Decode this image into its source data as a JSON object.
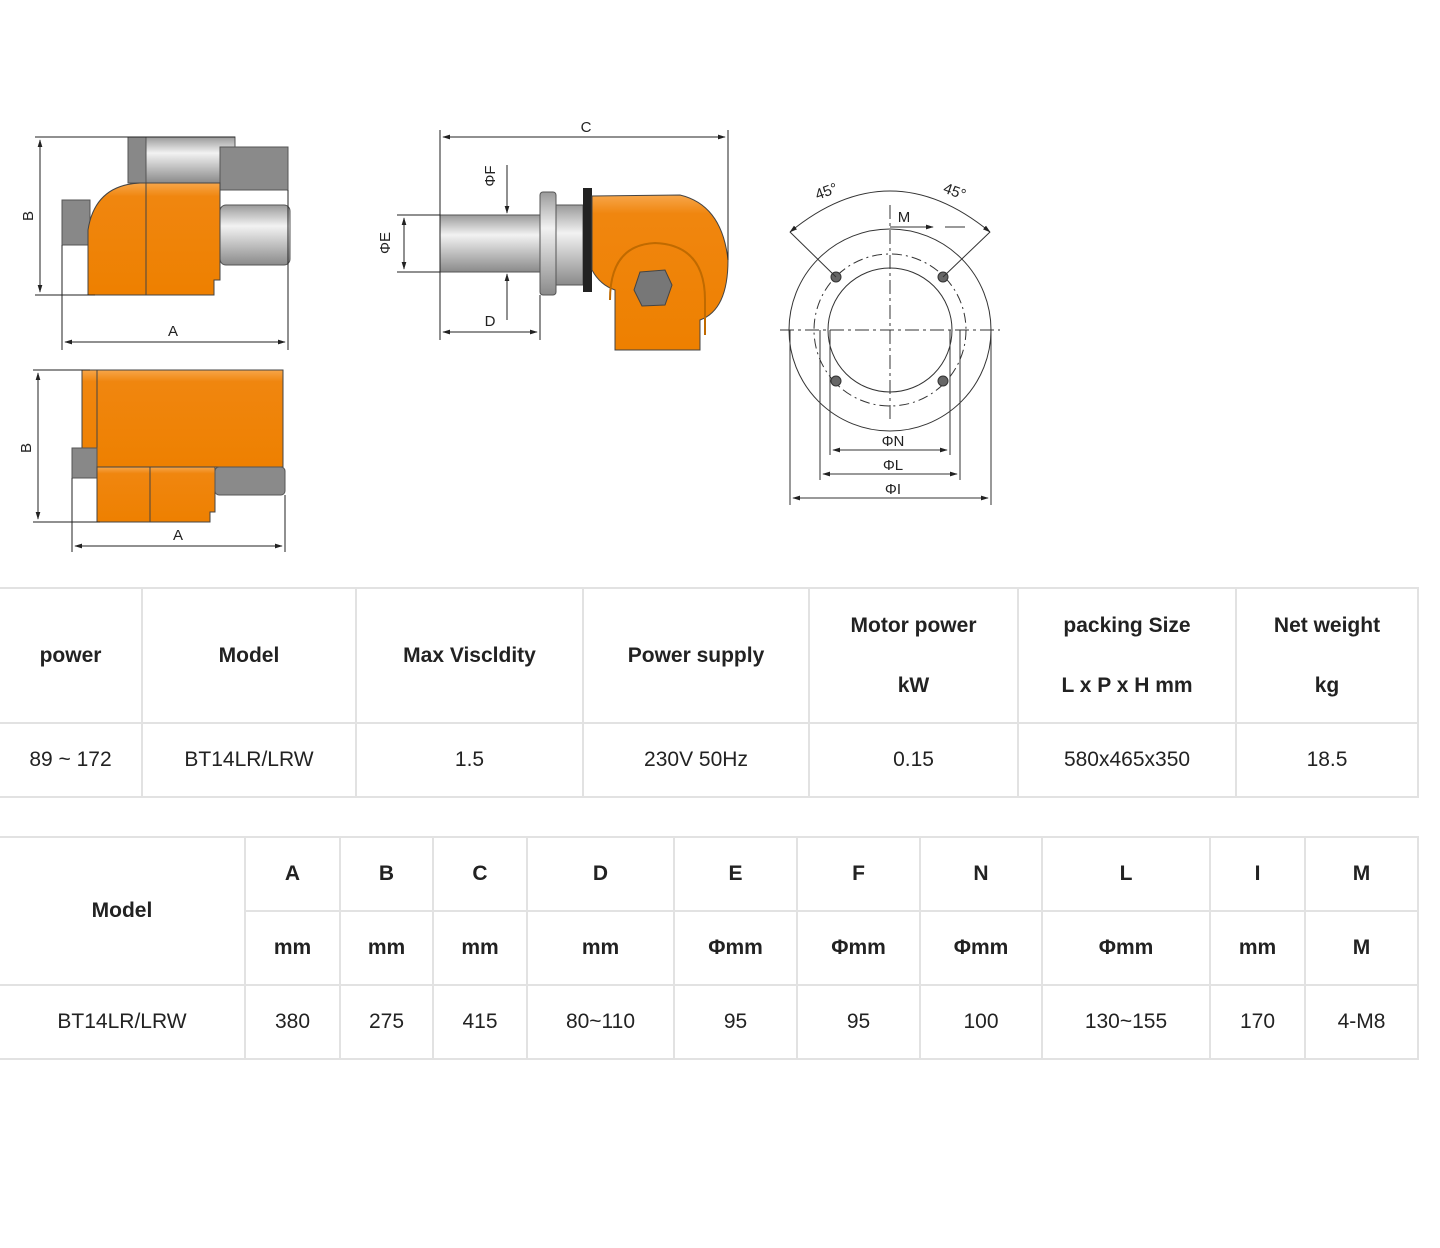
{
  "drawings": {
    "side_view": {
      "label_b": "B",
      "label_a": "A"
    },
    "bottom_view": {
      "label_b": "B",
      "label_a": "A"
    },
    "front_view": {
      "label_c": "C",
      "label_d": "D",
      "label_e": "ΦE",
      "label_f": "ΦF"
    },
    "flange_view": {
      "angle_left": "45°",
      "angle_right": "45°",
      "label_m": "M",
      "label_n": "ΦN",
      "label_l": "ΦL",
      "label_i": "ΦI"
    }
  },
  "spec_table": {
    "headers": [
      {
        "line1": "power"
      },
      {
        "line1": "Model"
      },
      {
        "line1": "Max Viscldity"
      },
      {
        "line1": "Power supply"
      },
      {
        "line1": "Motor power",
        "line2": "kW"
      },
      {
        "line1": "packing Size",
        "line2": "L x P x H mm"
      },
      {
        "line1": "Net weight",
        "line2": "kg"
      }
    ],
    "row": [
      "89 ~ 172",
      "BT14LR/LRW",
      "1.5",
      "230V 50Hz",
      "0.15",
      "580x465x350",
      "18.5"
    ]
  },
  "dimension_table": {
    "model_header": "Model",
    "letters": [
      "A",
      "B",
      "C",
      "D",
      "E",
      "F",
      "N",
      "L",
      "I",
      "M"
    ],
    "units": [
      "mm",
      "mm",
      "mm",
      "mm",
      "Φmm",
      "Φmm",
      "Φmm",
      "Φmm",
      "mm",
      "M"
    ],
    "row": [
      "BT14LR/LRW",
      "380",
      "275",
      "415",
      "80~110",
      "95",
      "95",
      "100",
      "130~155",
      "170",
      "4-M8"
    ]
  },
  "colors": {
    "orange": "#f0860f",
    "gray": "#a8a8a8",
    "border": "#e2e2e2"
  }
}
